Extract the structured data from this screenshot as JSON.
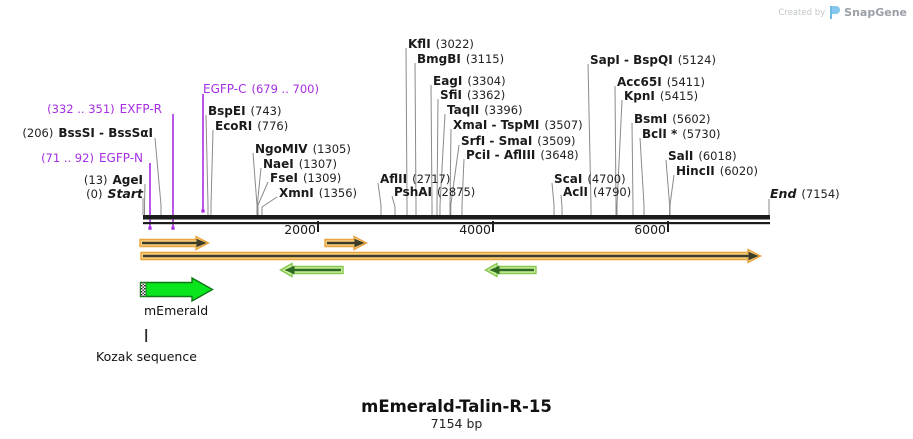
{
  "credit": {
    "created_by": "Created by",
    "brand": "SnapGene"
  },
  "map": {
    "start": {
      "pos": "(0)",
      "name": "Start"
    },
    "end": {
      "name": "End",
      "pos": "(7154)"
    },
    "features": {
      "exfp_r": {
        "pos": "(332 .. 351)",
        "name": "EXFP-R"
      },
      "egfp_n": {
        "pos": "(71 .. 92)",
        "name": "EGFP-N"
      },
      "egfp_c": {
        "name": "EGFP-C",
        "pos": "(679 .. 700)"
      }
    },
    "enzymes": {
      "agei": {
        "name": "AgeI",
        "pos": "(13)"
      },
      "bsssi": {
        "name": "BssSI - BssSαI",
        "pos": "(206)"
      },
      "bspei": {
        "name": "BspEI",
        "pos": "(743)"
      },
      "ecori": {
        "name": "EcoRI",
        "pos": "(776)"
      },
      "ngomiv": {
        "name": "NgoMIV",
        "pos": "(1305)"
      },
      "naei": {
        "name": "NaeI",
        "pos": "(1307)"
      },
      "fsei": {
        "name": "FseI",
        "pos": "(1309)"
      },
      "xmni": {
        "name": "XmnI",
        "pos": "(1356)"
      },
      "aflii": {
        "name": "AflII",
        "pos": "(2717)"
      },
      "pshai": {
        "name": "PshAI",
        "pos": "(2875)"
      },
      "kfli": {
        "name": "KflI",
        "pos": "(3022)"
      },
      "bmgbi": {
        "name": "BmgBI",
        "pos": "(3115)"
      },
      "eagi": {
        "name": "EagI",
        "pos": "(3304)"
      },
      "sfii": {
        "name": "SfiI",
        "pos": "(3362)"
      },
      "taqii": {
        "name": "TaqII",
        "pos": "(3396)"
      },
      "xmai": {
        "name": "XmaI - TspMI",
        "pos": "(3507)"
      },
      "srfi": {
        "name": "SrfI - SmaI",
        "pos": "(3509)"
      },
      "pcii": {
        "name": "PciI - AflIII",
        "pos": "(3648)"
      },
      "scai": {
        "name": "ScaI",
        "pos": "(4700)"
      },
      "acli": {
        "name": "AclI",
        "pos": "(4790)"
      },
      "sapi": {
        "name": "SapI - BspQI",
        "pos": "(5124)"
      },
      "acc65i": {
        "name": "Acc65I",
        "pos": "(5411)"
      },
      "kpni": {
        "name": "KpnI",
        "pos": "(5415)"
      },
      "bsmi": {
        "name": "BsmI",
        "pos": "(5602)"
      },
      "bcli": {
        "name": "BclI *",
        "pos": "(5730)"
      },
      "sali": {
        "name": "SalI",
        "pos": "(6018)"
      },
      "hincii": {
        "name": "HincII",
        "pos": "(6020)"
      }
    },
    "ruler": {
      "t2000": "2000",
      "t4000": "4000",
      "t6000": "6000"
    },
    "orf_label": "mEmerald",
    "kozak_label": "Kozak sequence"
  },
  "footer": {
    "title": "mEmerald-Talin-R-15",
    "subtitle": "7154 bp"
  },
  "colors": {
    "feature_purple": "#a62de3",
    "orf_orange_fill": "#fbd180",
    "orf_orange_stroke": "#e8a33d",
    "rev_green_fill": "#c9ef9e",
    "rev_green_stroke": "#86c850",
    "emerald_fill": "#0ae61e",
    "brand_blue": "#86c8ec"
  }
}
